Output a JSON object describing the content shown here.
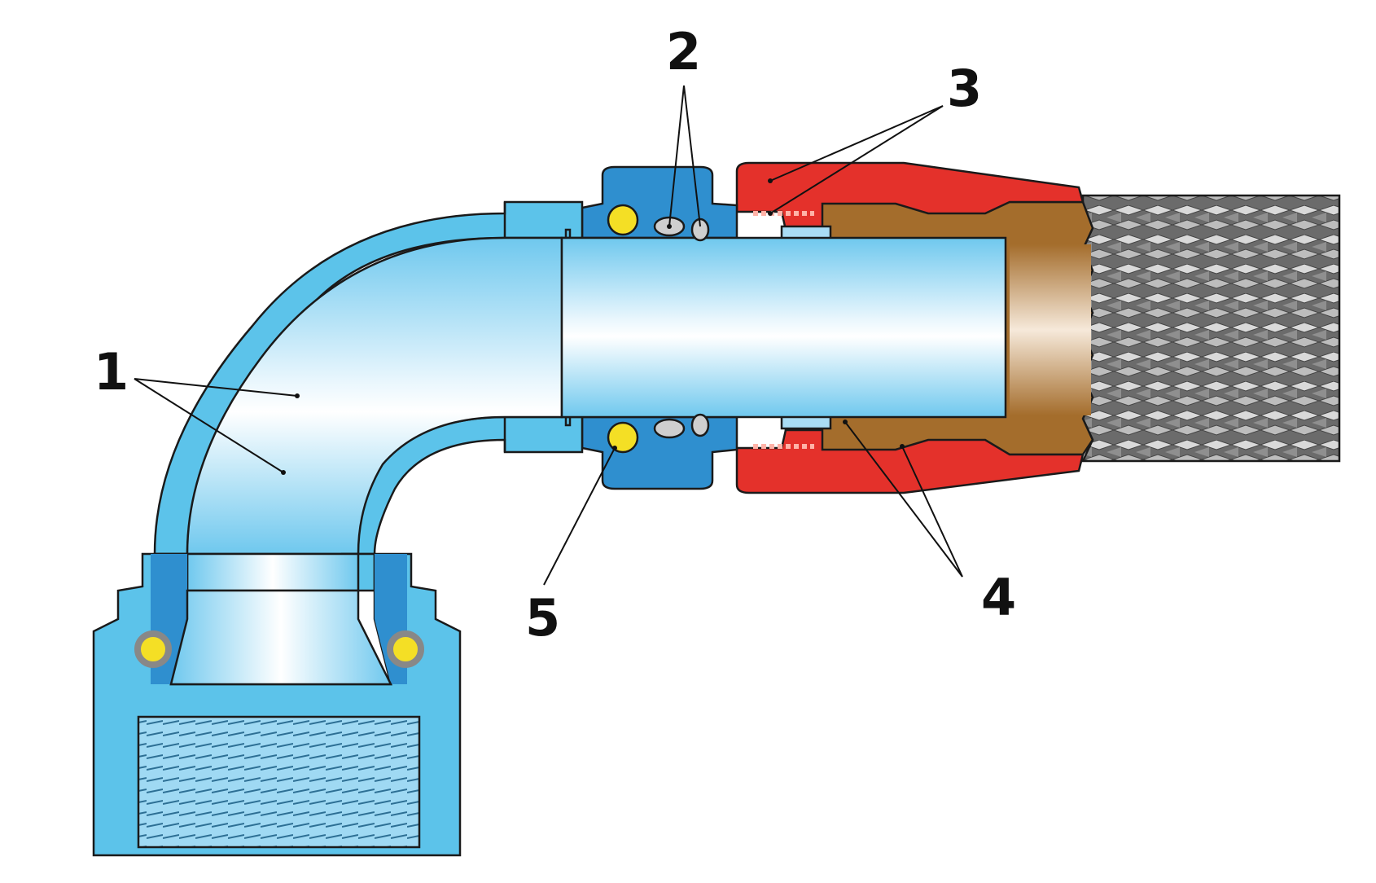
{
  "diagram": {
    "labels": [
      {
        "id": "1",
        "text": "1"
      },
      {
        "id": "2",
        "text": "2"
      },
      {
        "id": "3",
        "text": "3"
      },
      {
        "id": "4",
        "text": "4"
      },
      {
        "id": "5",
        "text": "5"
      }
    ],
    "colors": {
      "fitting_light": "#5cc3ea",
      "fitting_dark": "#2f8fcf",
      "nut_red": "#e4312b",
      "brass": "#a46d2c",
      "seal_yellow": "#f4df25",
      "braid": "#7a7a7a",
      "outline": "#1a1a1a"
    },
    "icons": [
      "elbow-fitting",
      "union-nut",
      "crimp-nut",
      "hose-insert",
      "braided-hose",
      "o-ring",
      "ball-seal"
    ]
  }
}
